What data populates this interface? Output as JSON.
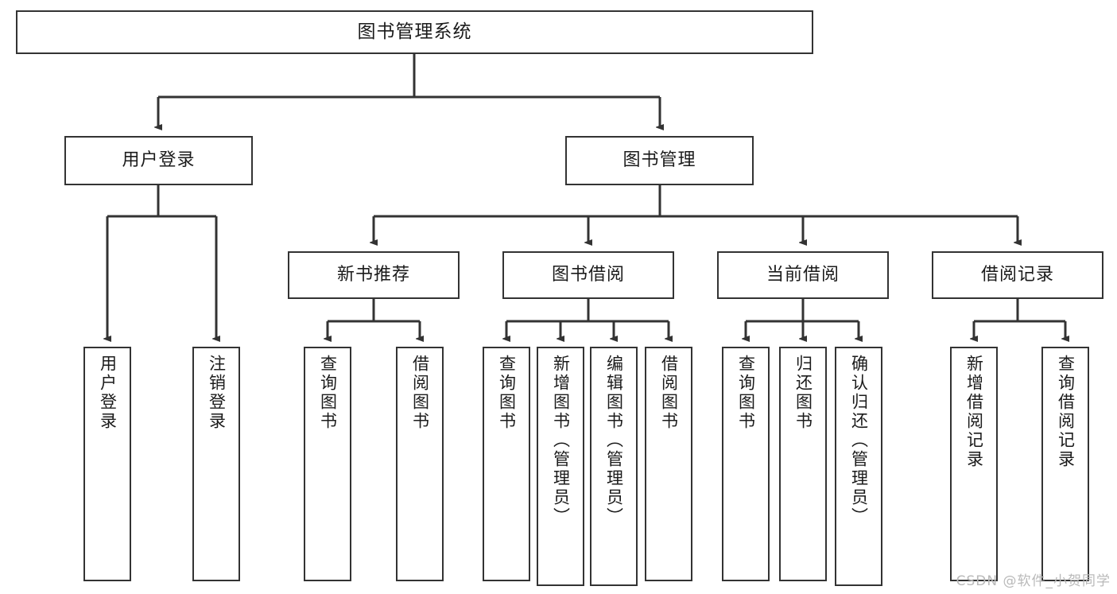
{
  "diagram": {
    "title": "图书管理系统",
    "type": "hierarchy-tree",
    "watermark": "CSDN @软件_小贺同学",
    "colors": {
      "box_border": "#333333",
      "box_fill": "#ffffff",
      "connector": "#333333",
      "text": "#1b1b1b",
      "watermark": "#b9b9b9"
    },
    "levels": {
      "root": {
        "label": "图书管理系统"
      },
      "level2": [
        {
          "label": "用户登录"
        },
        {
          "label": "图书管理"
        }
      ],
      "level3": [
        {
          "label": "新书推荐"
        },
        {
          "label": "图书借阅"
        },
        {
          "label": "当前借阅"
        },
        {
          "label": "借阅记录"
        }
      ],
      "leaves": {
        "user_login": [
          {
            "label": "用户登录"
          },
          {
            "label": "注销登录"
          }
        ],
        "new_book_recommend": [
          {
            "label": "查询图书"
          },
          {
            "label": "借阅图书"
          }
        ],
        "book_borrow": [
          {
            "label": "查询图书"
          },
          {
            "label": "新增图书（管理员）"
          },
          {
            "label": "编辑图书（管理员）"
          },
          {
            "label": "借阅图书"
          }
        ],
        "current_borrow": [
          {
            "label": "查询图书"
          },
          {
            "label": "归还图书"
          },
          {
            "label": "确认归还（管理员）"
          }
        ],
        "borrow_record": [
          {
            "label": "新增借阅记录"
          },
          {
            "label": "查询借阅记录"
          }
        ]
      }
    }
  }
}
